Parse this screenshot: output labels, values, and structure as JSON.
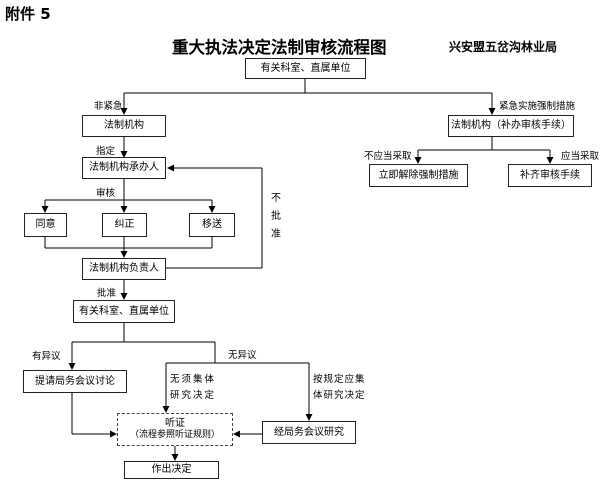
{
  "header": {
    "annex": "附件 5",
    "title": "重大执法决定法制审核流程图",
    "org": "兴安盟五岔沟林业局"
  },
  "nodes": {
    "top": "有关科室、直属单位",
    "legal_org": "法制机构",
    "handler": "法制机构承办人",
    "agree": "同意",
    "correct": "纠正",
    "transfer": "移送",
    "leader": "法制机构负责人",
    "dept2": "有关科室、直属单位",
    "meeting_request": "提请局务会议讨论",
    "hearing": "听证",
    "hearing_note": "（流程参照听证规则）",
    "meeting_study": "经局务会议研究",
    "decision": "作出决定",
    "urgent_legal": "法制机构（补办审核手续）",
    "release": "立即解除强制措施",
    "supplement": "补齐审核手续"
  },
  "labels": {
    "non_urgent": "非紧急",
    "urgent": "紧急实施强制措施",
    "assign": "指定",
    "review": "审核",
    "reject": "不批准",
    "approve": "批准",
    "objection": "有异议",
    "no_objection": "无异议",
    "no_collective_line1": "无须集体",
    "no_collective_line2": "研究决定",
    "per_rules_line1": "按规定应集",
    "per_rules_line2": "体研究决定",
    "should_not": "不应当采取",
    "should": "应当采取"
  }
}
